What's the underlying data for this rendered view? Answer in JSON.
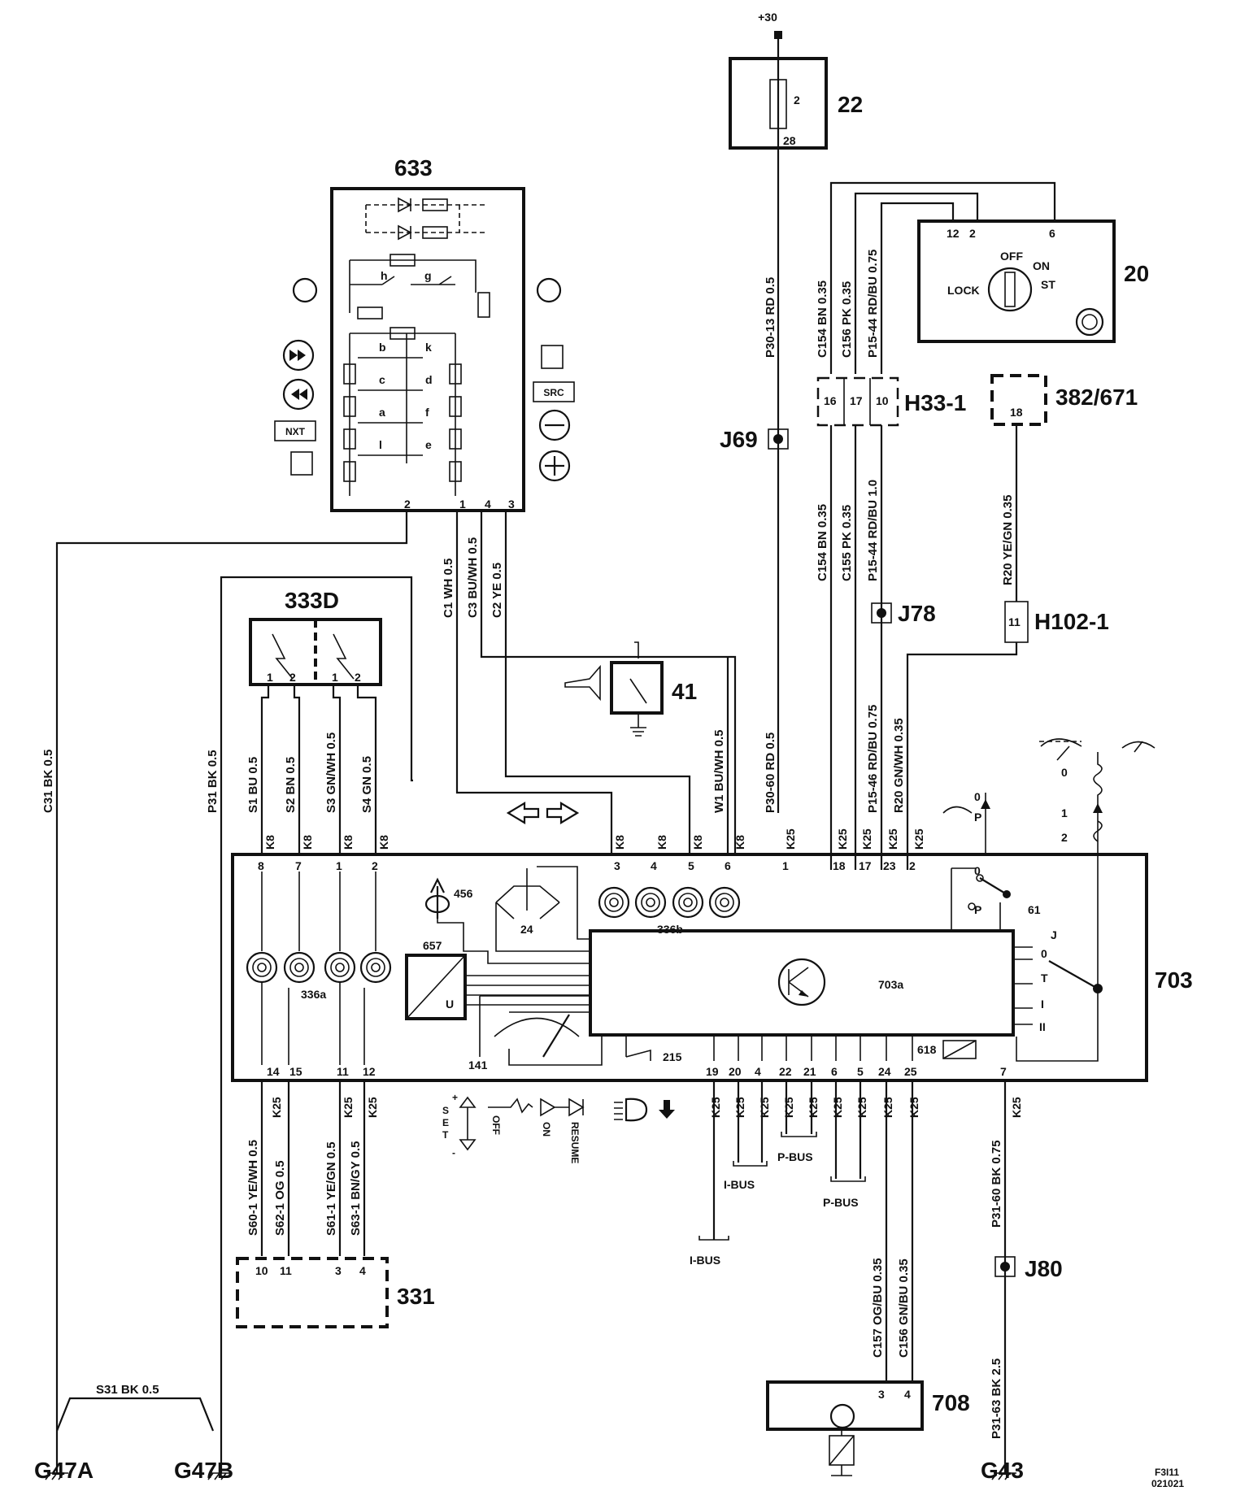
{
  "supply": "+30",
  "components": {
    "c22": {
      "label": "22",
      "pin_top": "2",
      "pin_bottom": "28"
    },
    "c633": {
      "label": "633",
      "pins": [
        "2",
        "1",
        "4",
        "3"
      ],
      "switches": [
        "h",
        "g",
        "b",
        "k",
        "c",
        "d",
        "a",
        "f",
        "l",
        "e"
      ],
      "btn_labels": [
        "NXT",
        "SRC"
      ]
    },
    "c20": {
      "label": "20",
      "pins": [
        "12",
        "2",
        "6"
      ],
      "positions": [
        "OFF",
        "ON",
        "LOCK",
        "ST"
      ]
    },
    "h33": {
      "label": "H33-1",
      "pins": [
        "16",
        "17",
        "10"
      ]
    },
    "c382": {
      "label": "382/671",
      "pin": "18"
    },
    "j69": "J69",
    "j78": "J78",
    "j80": "J80",
    "h102": {
      "label": "H102-1",
      "pin": "11"
    },
    "c333d": {
      "label": "333D",
      "pins": [
        "1",
        "2",
        "1",
        "2"
      ]
    },
    "c41": "41",
    "c703": "703",
    "c703a": "703a",
    "c456": "456",
    "c24": "24",
    "c657": "657",
    "c336a": "336a",
    "c336b": "336b",
    "c61": "61",
    "c618": "618",
    "c141": "141",
    "c215": "215",
    "c331": {
      "label": "331",
      "pins": [
        "10",
        "11",
        "3",
        "4"
      ]
    },
    "c708": {
      "label": "708",
      "pins": [
        "3",
        "4"
      ]
    },
    "grounds": [
      "G47A",
      "G47B",
      "G43"
    ]
  },
  "wires": {
    "p30_13": "P30-13  RD  0.5",
    "c154a": "C154  BN  0.35",
    "c156a": "C156  PK  0.35",
    "p15_44a": "P15-44  RD/BU  0.75",
    "c154b": "C154  BN  0.35",
    "c155": "C155  PK  0.35",
    "p15_44b": "P15-44  RD/BU  1.0",
    "r20a": "R20  YE/GN  0.35",
    "c1": "C1  WH  0.5",
    "c3": "C3  BU/WH  0.5",
    "c2": "C2  YE  0.5",
    "w1": "W1  BU/WH  0.5",
    "p30_60": "P30-60  RD  0.5",
    "p15_46": "P15-46  RD/BU  0.75",
    "r20b": "R20  GN/WH  0.35",
    "c31": "C31  BK  0.5",
    "p31": "P31  BK  0.5",
    "s1": "S1  BU  0.5",
    "s2": "S2  BN  0.5",
    "s3": "S3  GN/WH  0.5",
    "s4": "S4  GN  0.5",
    "s60": "S60-1  YE/WH  0.5",
    "s62": "S62-1  OG  0.5",
    "s61": "S61-1  YE/GN  0.5",
    "s63": "S63-1  BN/GY  0.5",
    "p31_60": "P31-60  BK  0.75",
    "c157": "C157  OG/BU  0.35",
    "c156b": "C156  GN/BU  0.35",
    "p31_63": "P31-63  BK  2.5",
    "s31": "S31    BK  0.5"
  },
  "connectors": {
    "k8": "K8",
    "k25": "K25",
    "top_pins_left": [
      "8",
      "7",
      "1",
      "2"
    ],
    "top_pins_mid": [
      "3",
      "4",
      "5",
      "6"
    ],
    "top_pins_right": [
      "1",
      "18",
      "17",
      "23",
      "2"
    ],
    "bot_pins_left": [
      "14",
      "15",
      "11",
      "12"
    ],
    "bot_pins_right": [
      "19",
      "20",
      "4",
      "22",
      "21",
      "6",
      "5",
      "24",
      "25",
      "7"
    ]
  },
  "bus": {
    "i_bus": "I-BUS",
    "p_bus": "P-BUS"
  },
  "cruise": [
    "S",
    "E",
    "T",
    "+",
    "-",
    "OFF",
    "ON",
    "RESUME"
  ],
  "switch_pos": {
    "s61": [
      "0",
      "P"
    ],
    "s703": [
      "J",
      "0",
      "T",
      "I",
      "II"
    ],
    "wiper": [
      "0",
      "1",
      "2"
    ],
    "wiperP": [
      "0",
      "P"
    ]
  },
  "footer": {
    "code1": "F3I11",
    "code2": "021021"
  }
}
